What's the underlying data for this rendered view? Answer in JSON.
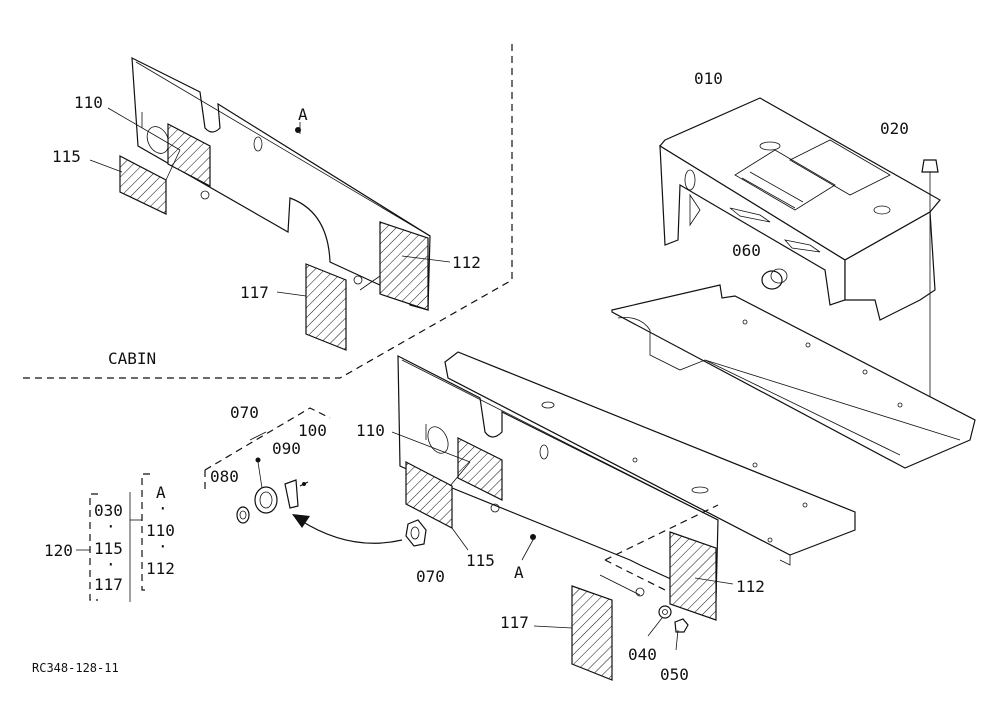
{
  "labels": {
    "cabin": "CABIN",
    "ref_code": "RC348-128-11",
    "p010": "010",
    "p020": "020",
    "p060": "060",
    "p070a": "070",
    "p070b": "070",
    "p080": "080",
    "p090": "090",
    "p100": "100",
    "p110a": "110",
    "p110b": "110",
    "p112a": "112",
    "p112b": "112",
    "p115a": "115",
    "p115b": "115",
    "p117a": "117",
    "p117b": "117",
    "p040": "040",
    "p050": "050",
    "callout_a1": "A",
    "callout_a2": "A"
  },
  "kit_legend": {
    "kit_number": "120",
    "group_left": [
      "030",
      "·",
      "115",
      "·",
      "117"
    ],
    "group_right": [
      "A",
      "·",
      "110",
      "·",
      "112"
    ]
  }
}
